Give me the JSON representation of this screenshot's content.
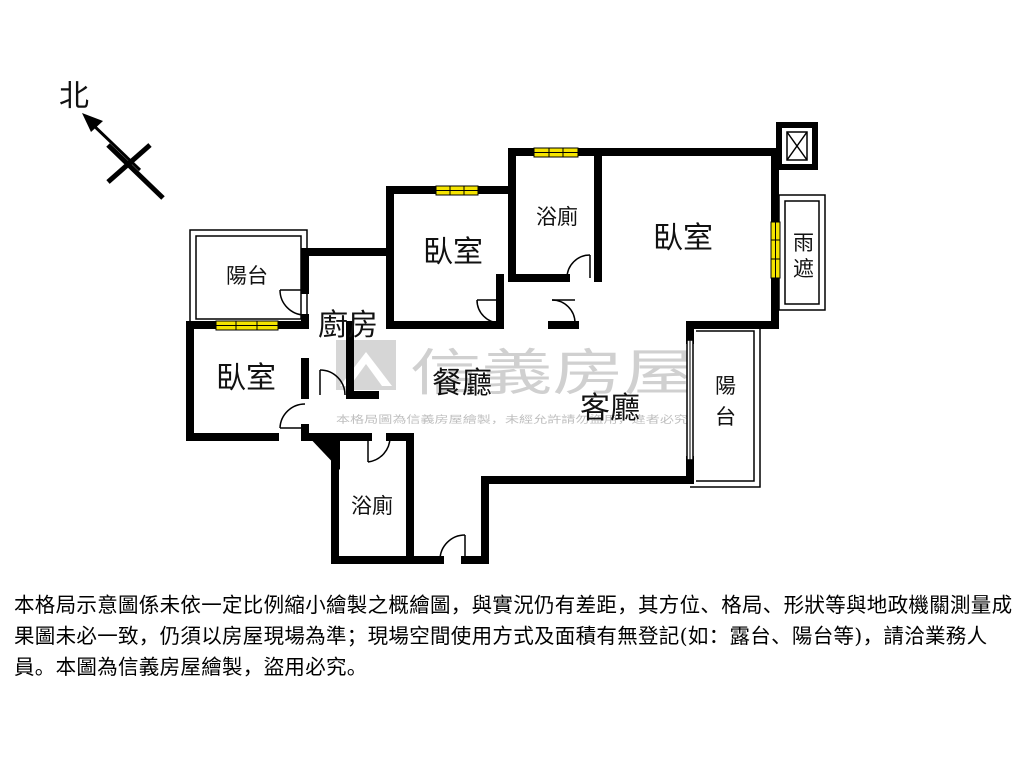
{
  "compass": {
    "label": "北"
  },
  "rooms": {
    "balcony_west": "陽台",
    "kitchen": "廚房",
    "bedroom_west": "臥室",
    "bedroom_middle": "臥室",
    "bathroom_north": "浴廁",
    "bedroom_master": "臥室",
    "rain_shelter": "雨遮",
    "dining": "餐廳",
    "living": "客廳",
    "balcony_east": "陽台",
    "bathroom_south": "浴廁"
  },
  "watermark": {
    "brand": "信義房屋",
    "notice": "本格局圖為信義房屋繪製，未經允許請勿盜用，違者必究"
  },
  "disclaimer": "本格局示意圖係未依一定比例縮小繪製之概繪圖，與實況仍有差距，其方位、格局、形狀等與地政機關測量成果圖未必一致，仍須以房屋現場為準；現場空間使用方式及面積有無登記(如：露台、陽台等)，請洽業務人員。本圖為信義房屋繪製，盜用必究。",
  "colors": {
    "wall": "#000000",
    "window": "#f5e400",
    "watermark": "#d0d0d0"
  }
}
